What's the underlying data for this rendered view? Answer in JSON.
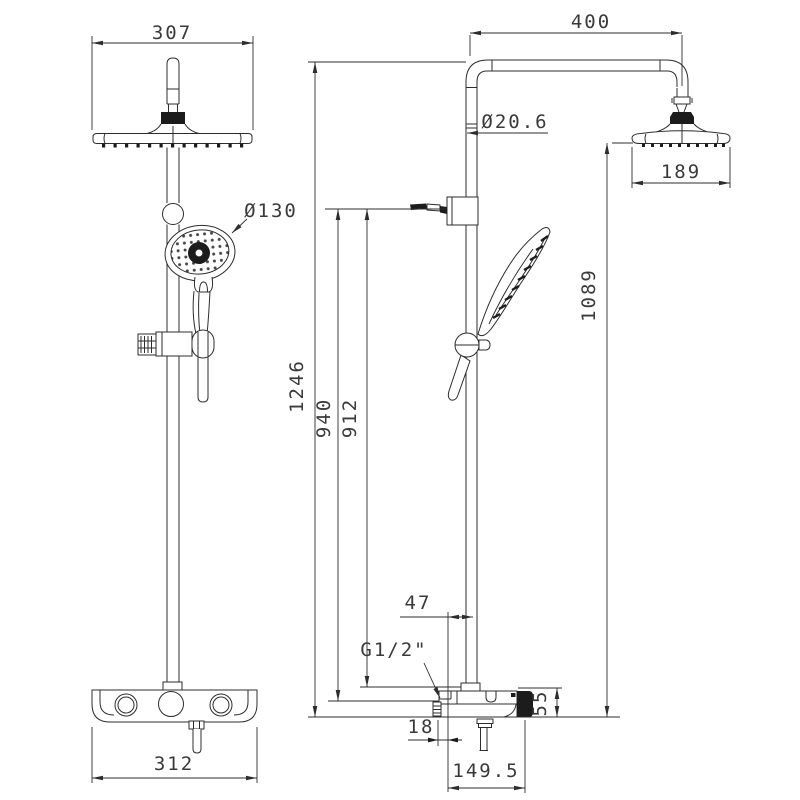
{
  "drawing": {
    "type": "shower-system-dimensional-drawing",
    "dimensions": {
      "front": {
        "head_width": "307",
        "hand_shower_diameter": "Ø130",
        "valve_width": "312"
      },
      "side": {
        "arm_length": "400",
        "pipe_diameter": "Ø20.6",
        "head_diameter": "189",
        "head_to_valve_height": "1089",
        "overall_height": "1246",
        "slider_to_inlet": "940",
        "slider_to_valve_top": "912",
        "pipe_to_wall_offset": "47",
        "inlet_thread": "G1/2\"",
        "valve_to_wall_gap": "18",
        "valve_height": "55",
        "valve_depth": "149.5"
      }
    }
  }
}
